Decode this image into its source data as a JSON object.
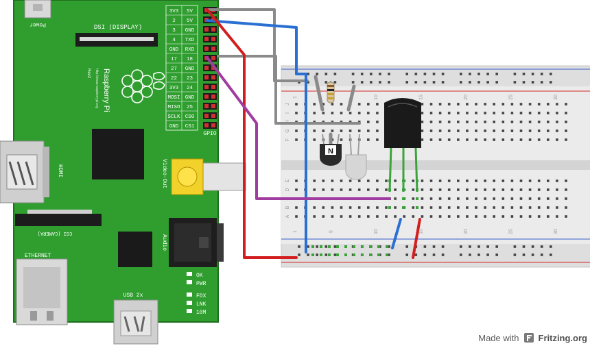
{
  "board": {
    "name_line1": "Raspberry Pi",
    "name_line2": "http://www.raspberrypi.org",
    "revision": "Rev2",
    "dsi_label": "DSI (DISPLAY)",
    "csi_label": "CSI (CAMERA)",
    "power_label": "Power",
    "hdmi_label": "HDMI",
    "video_out_label": "Video-Out",
    "audio_label": "Audio",
    "ethernet_label": "ETHERNET",
    "usb_label": "USB 2x",
    "gpio_label": "GPIO",
    "leds": [
      "OK",
      "PWR",
      "FDX",
      "LNK",
      "10M"
    ],
    "gpio_rows": [
      [
        "3V3",
        "5V"
      ],
      [
        "2",
        "5V"
      ],
      [
        "3",
        "GND"
      ],
      [
        "4",
        "TXD"
      ],
      [
        "GND",
        "RXD"
      ],
      [
        "17",
        "18"
      ],
      [
        "27",
        "GND"
      ],
      [
        "22",
        "23"
      ],
      [
        "3V3",
        "24"
      ],
      [
        "MOSI",
        "GND"
      ],
      [
        "MISO",
        "25"
      ],
      [
        "SCLK",
        "CS0"
      ],
      [
        "GND",
        "CS1"
      ]
    ]
  },
  "breadboard": {
    "column_numbers": [
      "1",
      "5",
      "10",
      "15",
      "20",
      "25",
      "30"
    ],
    "row_letters": [
      "J",
      "I",
      "H",
      "G",
      "F",
      "E",
      "D",
      "C",
      "B",
      "A"
    ]
  },
  "components": {
    "transistor_marking": "N"
  },
  "wire_colors": {
    "red": "#d21e1e",
    "gray": "#8a8a8a",
    "blue": "#2a6fd2",
    "purple": "#a03ca0",
    "green": "#3aa43a"
  },
  "credit": {
    "made_with": "Made with",
    "brand": "Fritzing.org"
  }
}
